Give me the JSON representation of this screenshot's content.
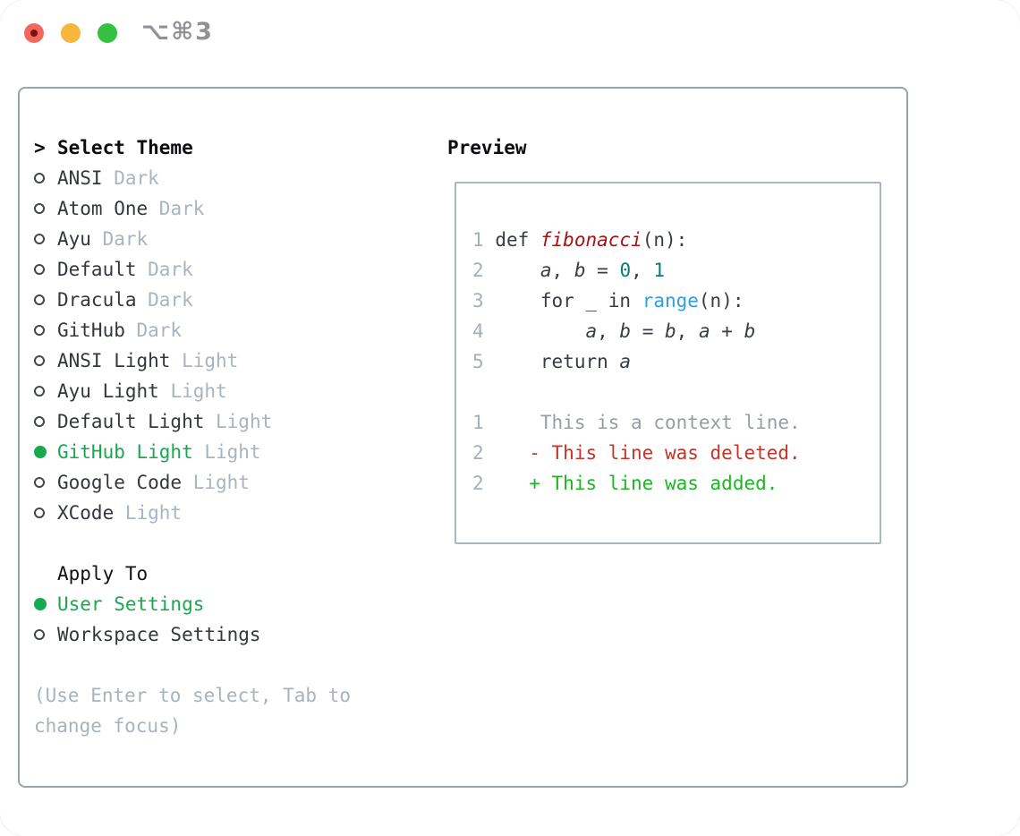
{
  "window": {
    "shortcut_label": "⌥⌘3",
    "traffic_lights": [
      {
        "name": "close",
        "color": "#f2685e",
        "modified_dot_color": "#7d120d"
      },
      {
        "name": "minimize",
        "color": "#f6b73c"
      },
      {
        "name": "zoom",
        "color": "#35c13f"
      }
    ]
  },
  "colors": {
    "accent_green": "#17a94d",
    "tag_gray": "#a9b4bf",
    "panel_border": "#99a3ae",
    "preview_border": "#aeb6bd",
    "line_number": "#a5aeb9",
    "code_plain": "#383c43",
    "function_red": "#a31515",
    "number_teal": "#0c7b72",
    "builtin_blue": "#2f9fdd",
    "context_gray": "#979da4",
    "deleted_red": "#c43428",
    "added_green": "#1db621",
    "hint_gray": "#a9b3bd"
  },
  "theme_picker": {
    "prompt": ">",
    "header": "Select Theme",
    "themes": [
      {
        "name": "ANSI",
        "tag": "Dark",
        "selected": false
      },
      {
        "name": "Atom One",
        "tag": "Dark",
        "selected": false
      },
      {
        "name": "Ayu",
        "tag": "Dark",
        "selected": false
      },
      {
        "name": "Default",
        "tag": "Dark",
        "selected": false
      },
      {
        "name": "Dracula",
        "tag": "Dark",
        "selected": false
      },
      {
        "name": "GitHub",
        "tag": "Dark",
        "selected": false
      },
      {
        "name": "ANSI Light",
        "tag": "Light",
        "selected": false
      },
      {
        "name": "Ayu Light",
        "tag": "Light",
        "selected": false
      },
      {
        "name": "Default Light",
        "tag": "Light",
        "selected": false
      },
      {
        "name": "GitHub Light",
        "tag": "Light",
        "selected": true
      },
      {
        "name": "Google Code",
        "tag": "Light",
        "selected": false
      },
      {
        "name": "XCode",
        "tag": "Light",
        "selected": false
      }
    ],
    "apply_to": {
      "header": "Apply To",
      "options": [
        {
          "name": "User Settings",
          "selected": true
        },
        {
          "name": "Workspace Settings",
          "selected": false
        }
      ]
    },
    "hint": "(Use Enter to select, Tab to change focus)"
  },
  "preview": {
    "header": "Preview",
    "lines": [
      {
        "num": "1",
        "segments": [
          [
            "def ",
            "pl"
          ],
          [
            "fibonacci",
            "fn"
          ],
          [
            "(n):",
            "pl"
          ]
        ]
      },
      {
        "num": "2",
        "segments": [
          [
            "    ",
            "pl"
          ],
          [
            "a",
            "var"
          ],
          [
            ", ",
            "pl"
          ],
          [
            "b",
            "var"
          ],
          [
            " = ",
            "pl"
          ],
          [
            "0",
            "nm"
          ],
          [
            ", ",
            "pl"
          ],
          [
            "1",
            "nm"
          ]
        ]
      },
      {
        "num": "3",
        "segments": [
          [
            "    for _ in ",
            "pl"
          ],
          [
            "range",
            "bi"
          ],
          [
            "(n):",
            "pl"
          ]
        ]
      },
      {
        "num": "4",
        "segments": [
          [
            "        ",
            "pl"
          ],
          [
            "a",
            "var"
          ],
          [
            ", ",
            "pl"
          ],
          [
            "b",
            "var"
          ],
          [
            " = ",
            "pl"
          ],
          [
            "b",
            "var"
          ],
          [
            ", ",
            "pl"
          ],
          [
            "a",
            "var"
          ],
          [
            " + ",
            "pl"
          ],
          [
            "b",
            "var"
          ]
        ]
      },
      {
        "num": "5",
        "segments": [
          [
            "    return ",
            "pl"
          ],
          [
            "a",
            "var"
          ]
        ]
      },
      {
        "num": "",
        "segments": [
          [
            " ",
            "pl"
          ]
        ]
      },
      {
        "num": "1",
        "segments": [
          [
            "    This is a context line.",
            "ctx"
          ]
        ]
      },
      {
        "num": "2",
        "segments": [
          [
            "   - This line was deleted.",
            "del"
          ]
        ]
      },
      {
        "num": "2",
        "segments": [
          [
            "   + This line was added.",
            "add"
          ]
        ]
      }
    ]
  }
}
